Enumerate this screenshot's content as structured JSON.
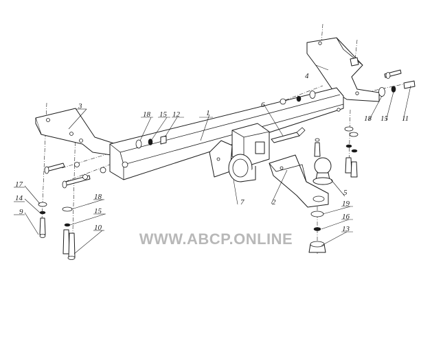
{
  "watermark": "WWW.ABCP.ONLINE",
  "colors": {
    "line": "#1a1a1a",
    "watermark": "#b8b8b8",
    "background": "#ffffff"
  },
  "callouts": [
    {
      "id": "c1",
      "label": "1"
    },
    {
      "id": "c2",
      "label": "2"
    },
    {
      "id": "c3",
      "label": "3"
    },
    {
      "id": "c4",
      "label": "4"
    },
    {
      "id": "c5",
      "label": "5"
    },
    {
      "id": "c6",
      "label": "6"
    },
    {
      "id": "c7",
      "label": "7"
    },
    {
      "id": "c9",
      "label": "9"
    },
    {
      "id": "c10",
      "label": "10"
    },
    {
      "id": "c11",
      "label": "11"
    },
    {
      "id": "c12",
      "label": "12"
    },
    {
      "id": "c13",
      "label": "13"
    },
    {
      "id": "c14",
      "label": "14"
    },
    {
      "id": "c15a",
      "label": "15"
    },
    {
      "id": "c15b",
      "label": "15"
    },
    {
      "id": "c15c",
      "label": "15"
    },
    {
      "id": "c16",
      "label": "16"
    },
    {
      "id": "c17",
      "label": "17"
    },
    {
      "id": "c18a",
      "label": "18"
    },
    {
      "id": "c18b",
      "label": "18"
    },
    {
      "id": "c18c",
      "label": "18"
    },
    {
      "id": "c19",
      "label": "19"
    }
  ]
}
